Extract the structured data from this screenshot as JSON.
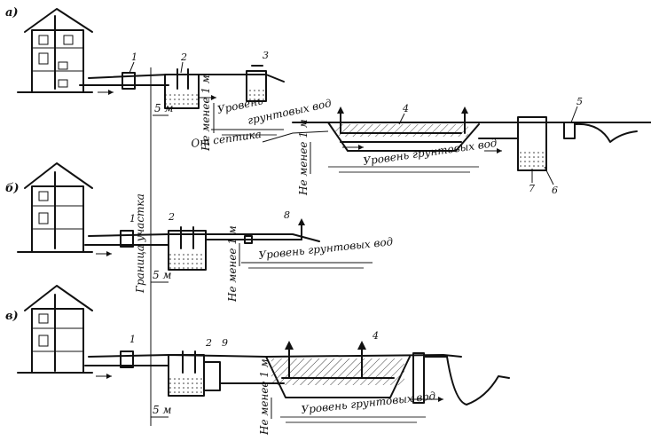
{
  "sections": [
    {
      "label": "а)"
    },
    {
      "label": "б)"
    },
    {
      "label": "в)"
    }
  ],
  "numbers": [
    "1",
    "2",
    "3",
    "4",
    "5",
    "6",
    "7",
    "8",
    "9"
  ],
  "annotations": {
    "boundary": "Граница участка",
    "groundwater": "Уровень грунтовых вод",
    "groundwater_split_top": "Уровень",
    "groundwater_split_bottom": "грунтовых вод",
    "min_depth": "Не менее 1 м",
    "from_septic": "От септика",
    "distance": "5 м"
  }
}
